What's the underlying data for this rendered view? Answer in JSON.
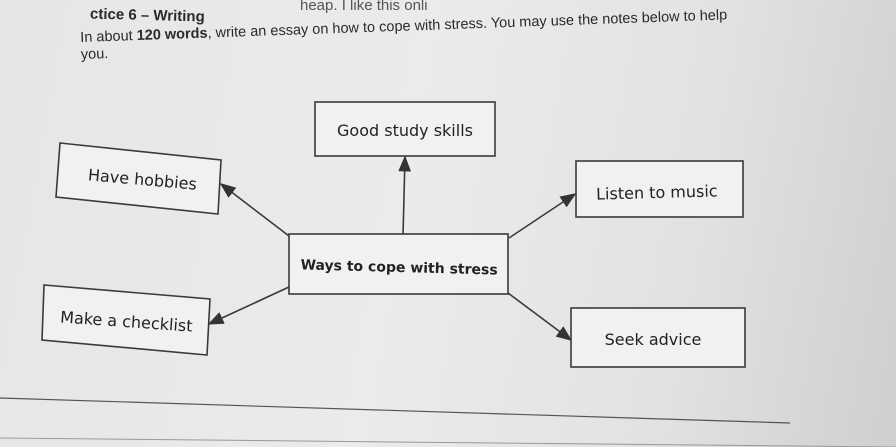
{
  "page": {
    "top_partial_text": "heap. I like this onli",
    "heading": "ctice 6 – Writing",
    "instruction": {
      "prefix": "In about ",
      "bold": "120 words",
      "suffix": ", write an essay on how to cope with stress. You may use the notes below to help you."
    }
  },
  "mind_map": {
    "center": "Ways to cope with stress",
    "nodes": {
      "top": "Good study skills",
      "upper_left": "Have hobbies",
      "upper_right": "Listen to music",
      "lower_left": "Make a checklist",
      "lower_right": "Seek advice"
    }
  }
}
